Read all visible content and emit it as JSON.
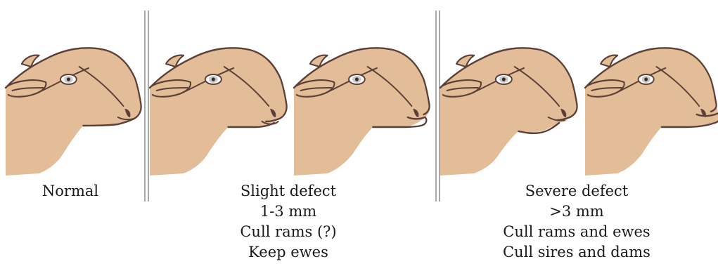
{
  "colors": {
    "skin": "#e3bc98",
    "outline": "#5b4037",
    "divider": "#a9a9a9",
    "eye_iris": "#c8c8c8"
  },
  "groups": [
    {
      "id": "normal",
      "lines": [
        "Normal"
      ],
      "defect_level": 0
    },
    {
      "id": "slight",
      "lines": [
        "Slight defect",
        "1-3 mm",
        "Cull rams (?)",
        "Keep ewes"
      ],
      "defect_level": 1
    },
    {
      "id": "severe",
      "lines": [
        "Severe defect",
        ">3 mm",
        "Cull rams and ewes",
        "Cull sires and dams"
      ],
      "defect_level": 2
    }
  ],
  "heads": [
    {
      "group": "normal",
      "jaw": "normal"
    },
    {
      "group": "slight",
      "jaw": "slight-overshot"
    },
    {
      "group": "slight",
      "jaw": "slight-undershot"
    },
    {
      "group": "severe",
      "jaw": "severe-overshot"
    },
    {
      "group": "severe",
      "jaw": "severe-undershot"
    }
  ]
}
